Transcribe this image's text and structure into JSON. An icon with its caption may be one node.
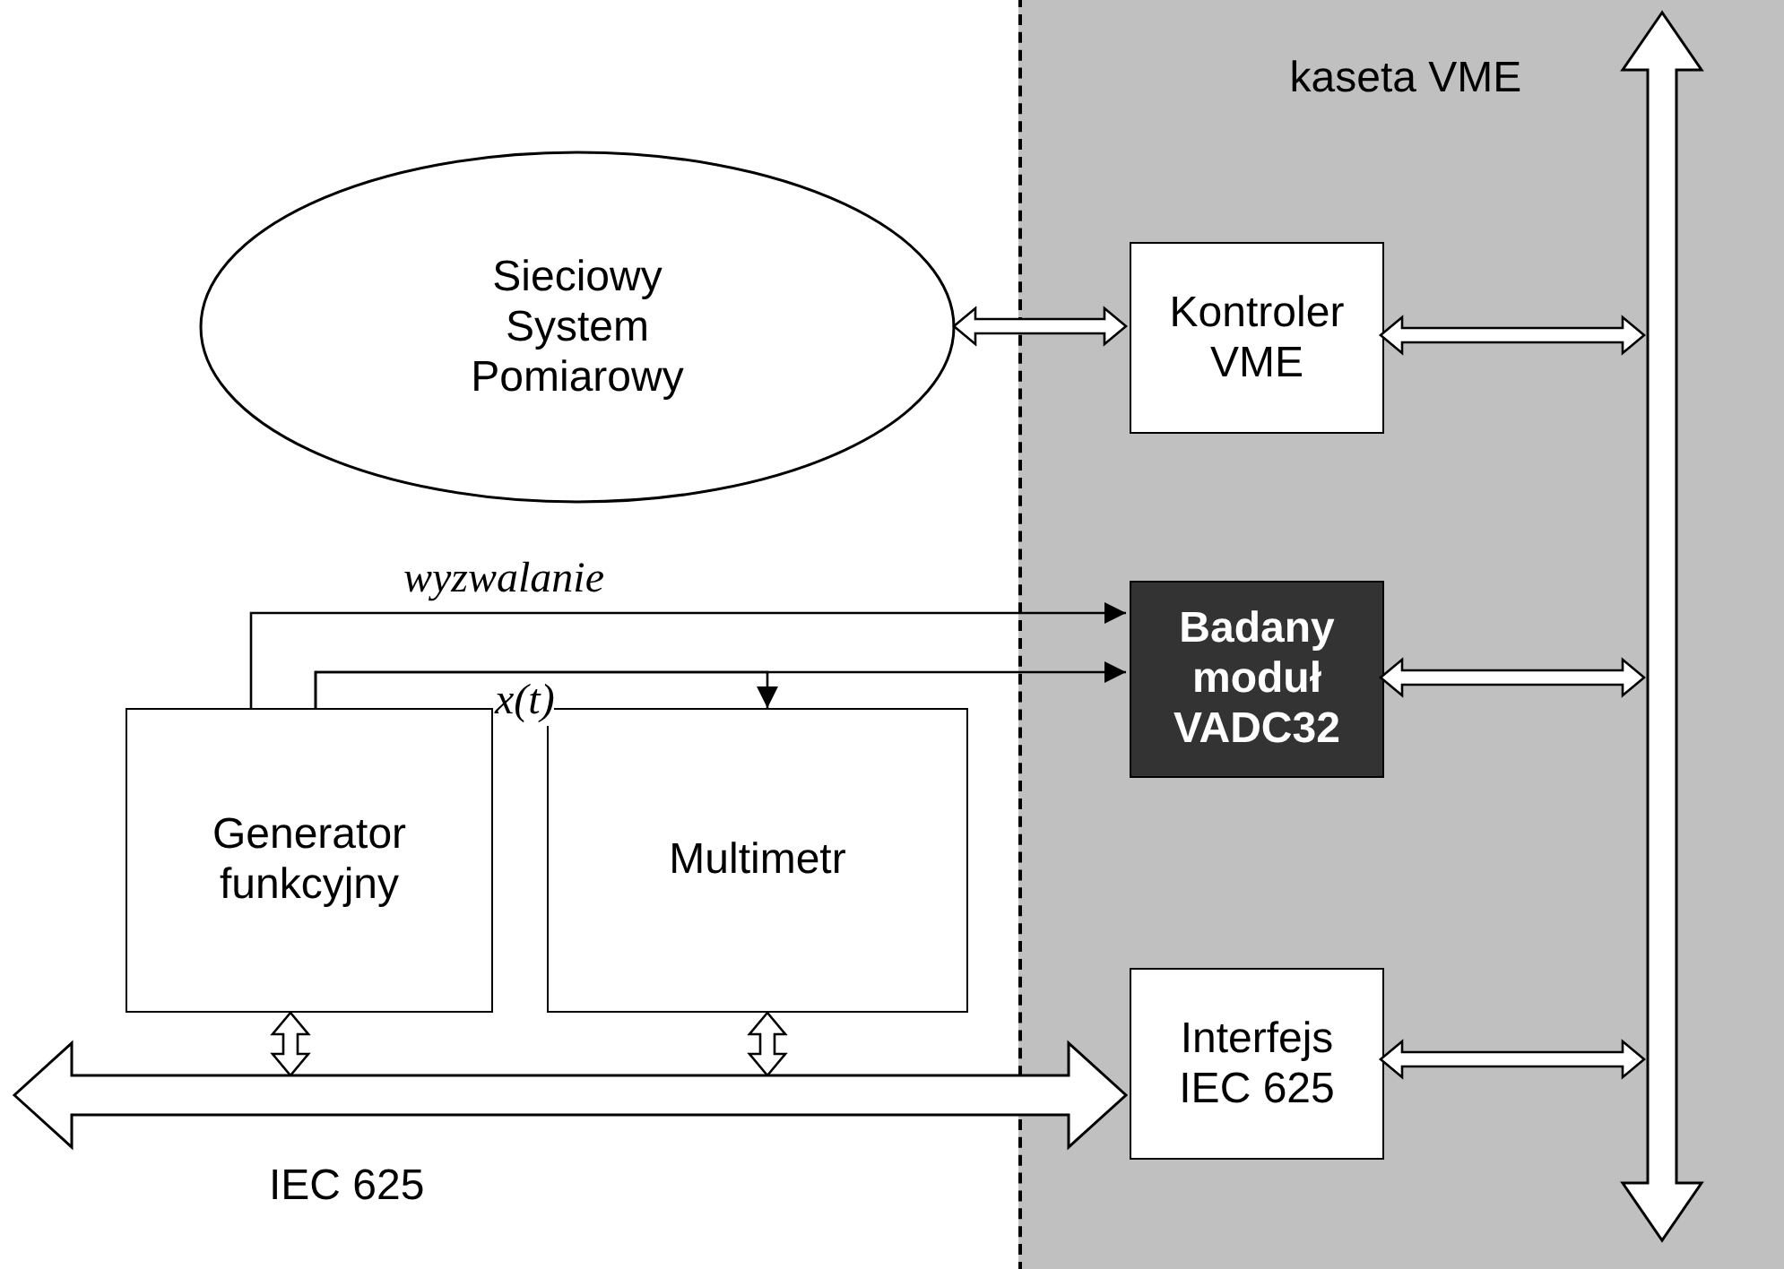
{
  "diagram": {
    "nodes": [
      {
        "text": [
          "kaseta VME"
        ]
      },
      {
        "text": [
          "Sieciowy System Pomiarowy"
        ]
      },
      {
        "text": [
          "Kontroler VME"
        ],
        "in": 0
      },
      {
        "text": [
          "Badany moduł VADC32"
        ],
        "in": 0
      },
      {
        "text": [
          "Interfejs IEC 625"
        ],
        "in": 0
      },
      {
        "text": [
          "Generator funkcyjny"
        ]
      },
      {
        "text": [
          "Multimetr"
        ]
      },
      {
        "text": [],
        "shape": "bar",
        "in": 0
      }
    ],
    "edges": [
      {
        "from": 1,
        "to": 2,
        "arrow": "both",
        "style": "thick"
      },
      {
        "from": 2,
        "to": 7,
        "arrow": "both",
        "style": "thick"
      },
      {
        "from": 5,
        "to": 3,
        "arrow": "to",
        "label": "wyzwalanie"
      },
      {
        "from": 5,
        "to": 3,
        "arrow": "to",
        "label": "x(t)"
      },
      {
        "from": 5,
        "to": 6,
        "arrow": "to"
      },
      {
        "from": 3,
        "to": 7,
        "arrow": "both",
        "style": "thick"
      },
      {
        "from": 4,
        "to": 7,
        "arrow": "both",
        "style": "thick"
      },
      {
        "from": 5,
        "to": null,
        "arrow": "both",
        "style": "thick"
      },
      {
        "from": 6,
        "to": null,
        "arrow": "both",
        "style": "thick"
      },
      {
        "from": null,
        "to": 4,
        "arrow": "both",
        "style": "thick",
        "label": "IEC 625"
      }
    ]
  }
}
